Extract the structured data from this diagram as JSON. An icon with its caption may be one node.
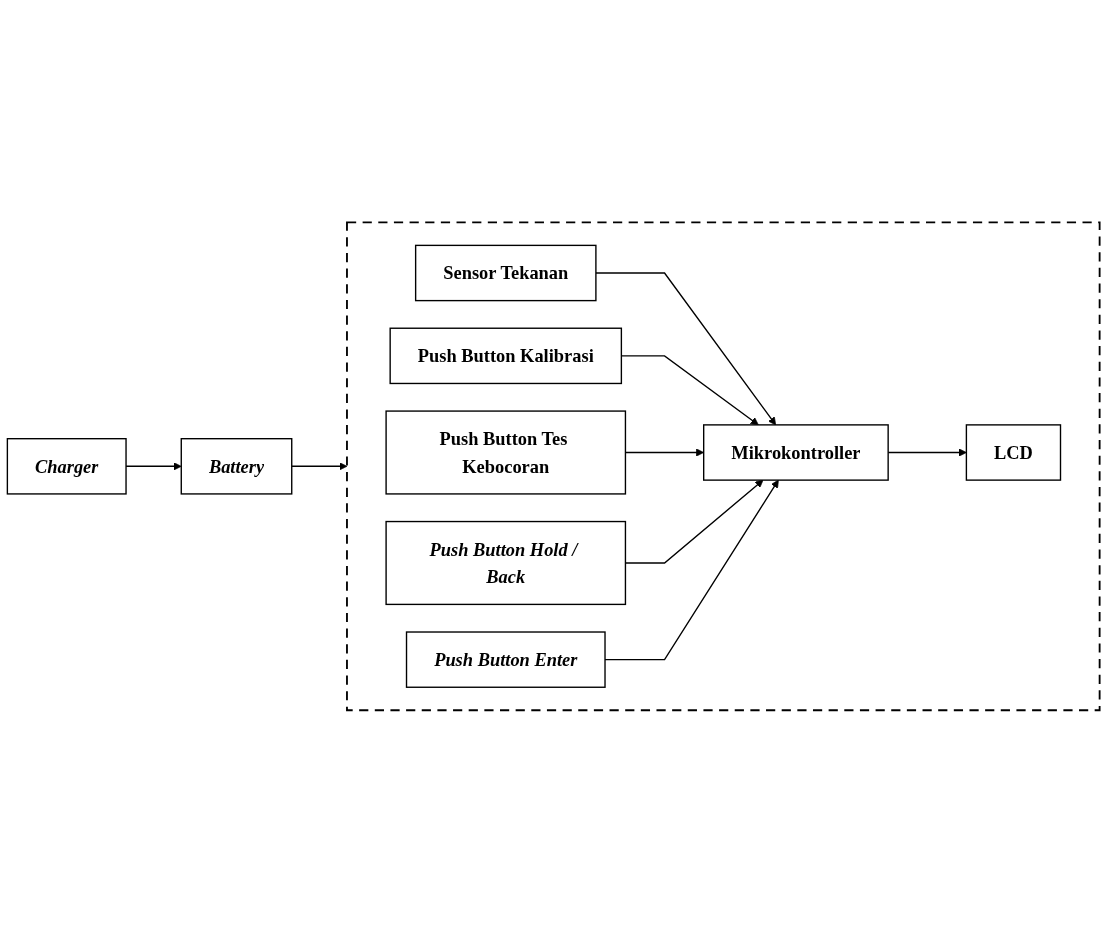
{
  "diagram": {
    "nodes": [
      {
        "text": [],
        "shape": "box"
      },
      {
        "text": [
          "Sensor Tekanan"
        ],
        "in": 0
      },
      {
        "text": [
          "Push Button Kalibrasi"
        ],
        "in": 0
      },
      {
        "text": [
          "Push Button Tes Kebocoran"
        ],
        "in": 0
      },
      {
        "text": [
          "Push Button Hold / Back"
        ],
        "in": 0
      },
      {
        "text": [
          "Push Button Enter"
        ],
        "in": 0
      },
      {
        "text": [
          "Mikrokontroller"
        ],
        "in": 0
      },
      {
        "text": [
          "LCD"
        ],
        "in": 0
      },
      {
        "text": [
          "Battery"
        ]
      },
      {
        "text": [
          "Charger"
        ]
      }
    ],
    "edges": [
      {
        "from": 1,
        "to": 6,
        "arrow": "to"
      },
      {
        "from": 2,
        "to": 6,
        "arrow": "to"
      },
      {
        "from": 3,
        "to": 6,
        "arrow": "to"
      },
      {
        "from": 4,
        "to": 6,
        "arrow": "to"
      },
      {
        "from": 5,
        "to": 6,
        "arrow": "to"
      },
      {
        "from": 6,
        "to": 7,
        "arrow": "to"
      },
      {
        "from": 9,
        "to": 8,
        "arrow": "to"
      },
      {
        "from": 8,
        "to": 0,
        "arrow": "to"
      }
    ]
  }
}
